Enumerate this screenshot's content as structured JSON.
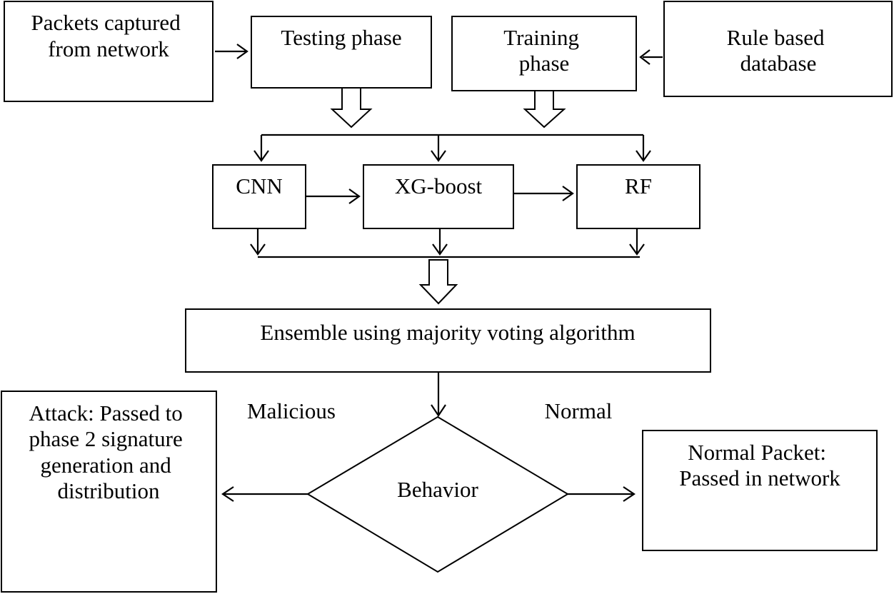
{
  "nodes": {
    "packets": [
      "Packets captured",
      "from network"
    ],
    "testing": [
      "Testing phase"
    ],
    "training": [
      "Training",
      "phase"
    ],
    "rule_db": [
      "Rule based",
      "database"
    ],
    "cnn": [
      "CNN"
    ],
    "xgboost": [
      "XG-boost"
    ],
    "rf": [
      "RF"
    ],
    "ensemble": [
      "Ensemble using majority voting algorithm"
    ],
    "behavior": [
      "Behavior"
    ],
    "attack": [
      "Attack: Passed to",
      "phase 2 signature",
      "generation and",
      "distribution"
    ],
    "normal_packet": [
      "Normal Packet:",
      "Passed in network"
    ]
  },
  "edge_labels": {
    "malicious": "Malicious",
    "normal": "Normal"
  }
}
